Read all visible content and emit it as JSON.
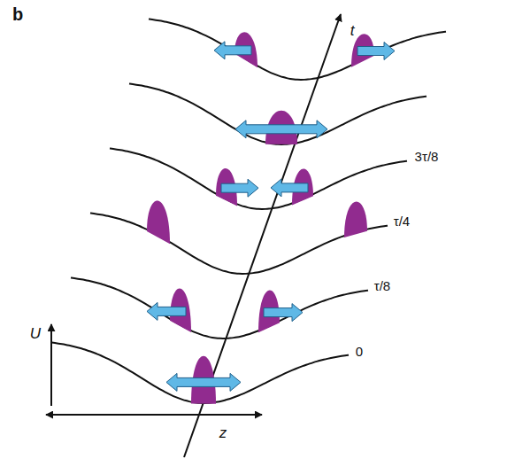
{
  "diagram": {
    "labels": [
      "b",
      "t",
      "U",
      "z",
      "0",
      "τ/8",
      "τ/4",
      "3τ/8"
    ]
  }
}
